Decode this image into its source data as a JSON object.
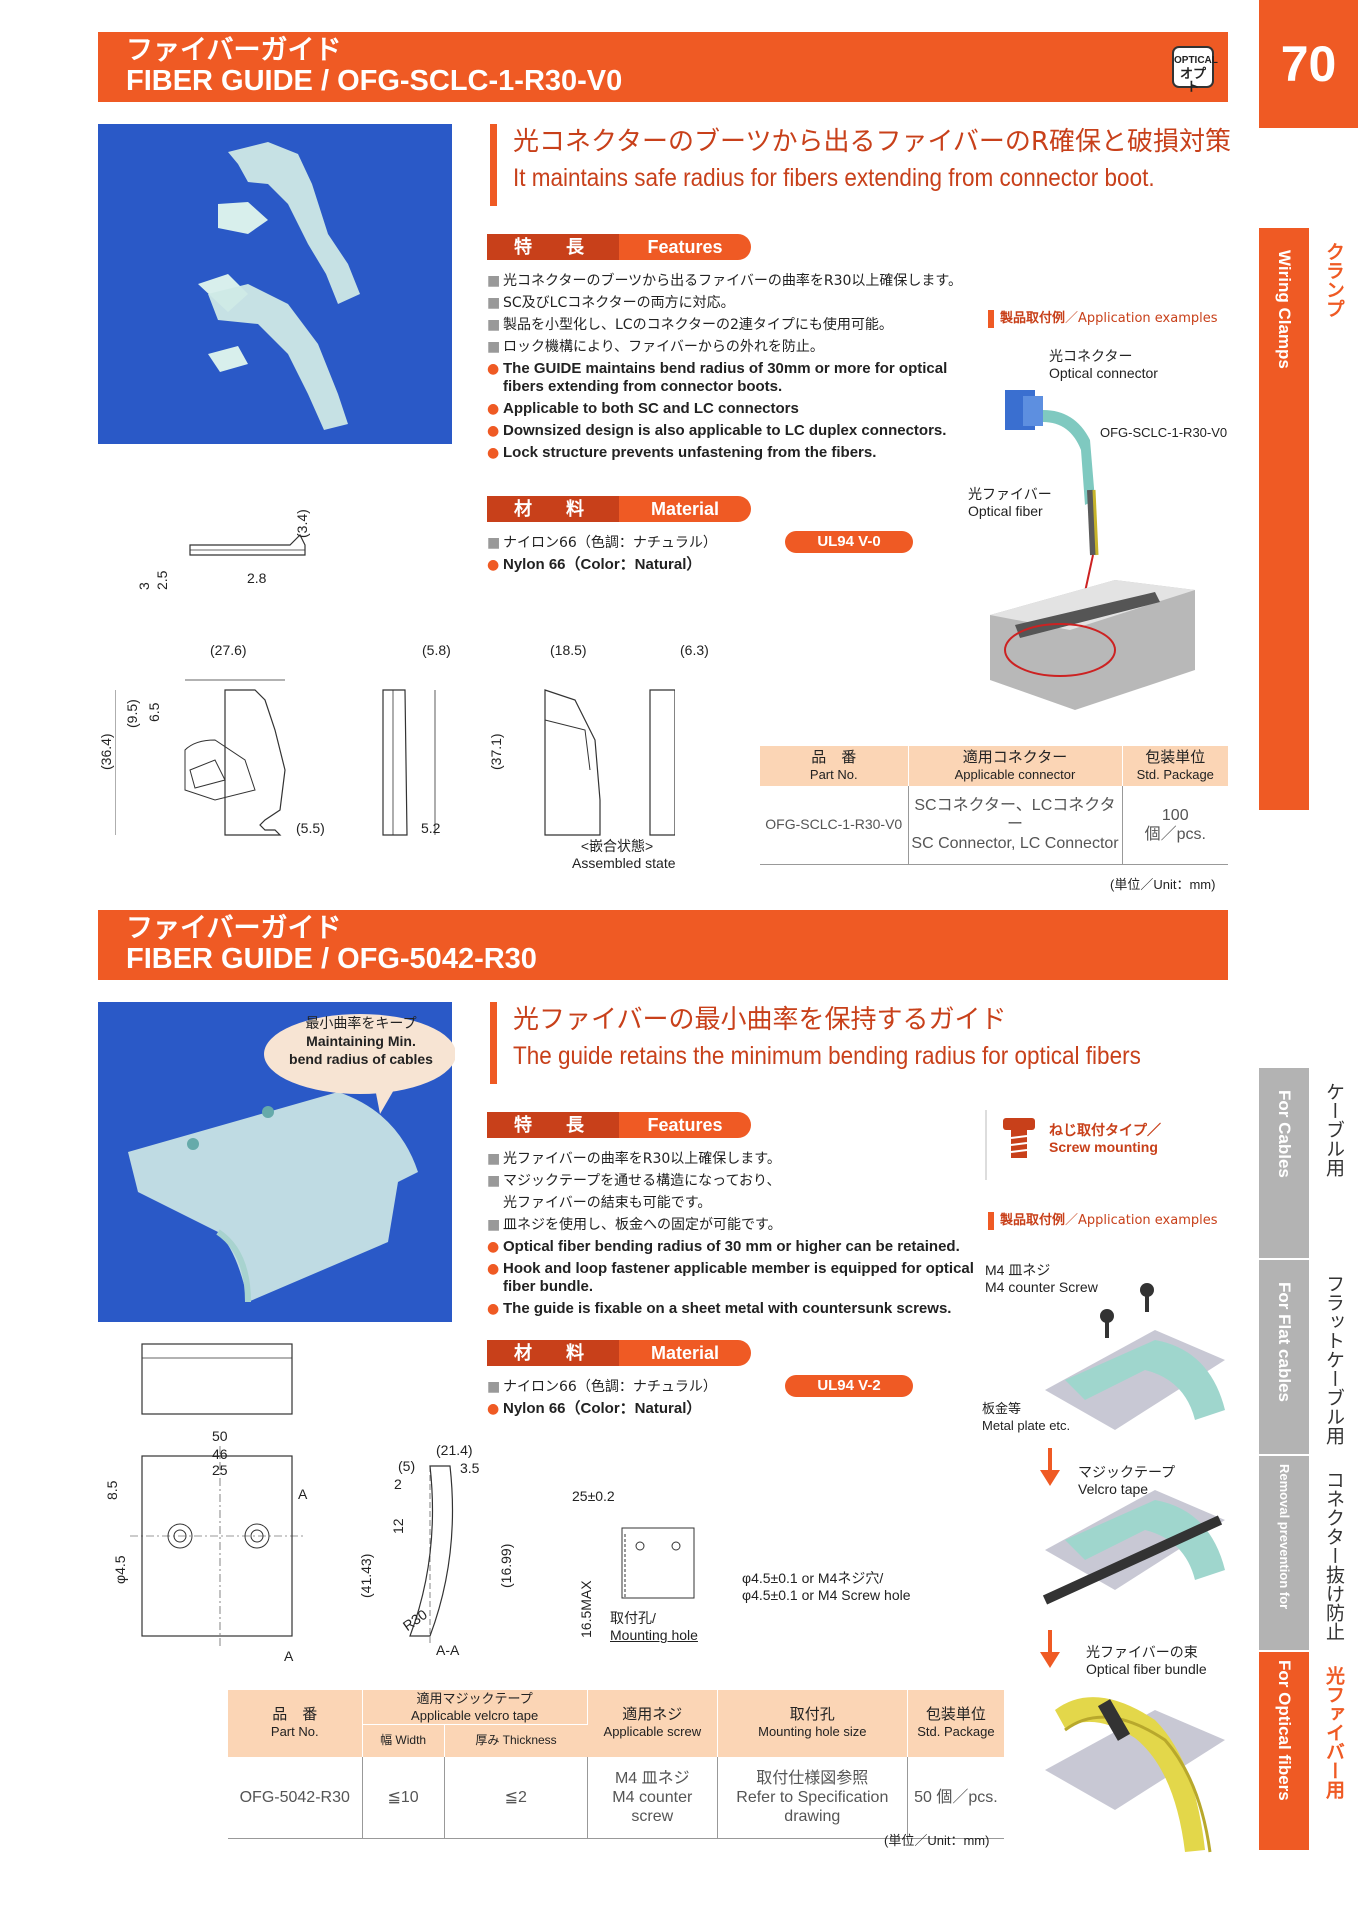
{
  "page": {
    "number": "70",
    "optical_badge": [
      "OPTICAL",
      "オプト"
    ]
  },
  "s1": {
    "title_jp": "ファイバーガイド",
    "title_en": "FIBER GUIDE / OFG-SCLC-1-R30-V0",
    "headline_jp": "光コネクターのブーツから出るファイバーのR確保と破損対策",
    "headline_en": "It maintains safe radius for fibers extending from connector boot.",
    "features_jp": "特　長",
    "features_en": "Features",
    "features_list_jp": [
      "光コネクターのブーツから出るファイバーの曲率をR30以上確保します。",
      "SC及びLCコネクターの両方に対応。",
      "製品を小型化し、LCのコネクターの2連タイプにも使用可能。",
      "ロック機構により、ファイバーからの外れを防止。"
    ],
    "features_list_en": [
      "The GUIDE maintains bend radius of 30mm or more for optical fibers extending from connector boots.",
      "Applicable to both SC and LC connectors",
      "Downsized design is also applicable to LC duplex connectors.",
      "Lock structure prevents unfastening from the fibers."
    ],
    "material_jp": "材　料",
    "material_en": "Material",
    "material_list": [
      "ナイロン66（色調：ナチュラル）",
      "Nylon 66（Color：Natural）"
    ],
    "ul": "UL94 V-0",
    "appex_jp": "製品取付例",
    "appex_en": "／Application examples",
    "labels": {
      "connector_jp": "光コネクター",
      "connector_en": "Optical connector",
      "part": "OFG-SCLC-1-R30-V0",
      "fiber_jp": "光ファイバー",
      "fiber_en": "Optical fiber"
    },
    "dims": [
      "(3.4)",
      "3",
      "2.5",
      "2.8",
      "(27.6)",
      "(5.8)",
      "(9.5)",
      "6.5",
      "(36.4)",
      "(5.5)",
      "5.2",
      "(18.5)",
      "(6.3)",
      "(37.1)"
    ],
    "assembled_jp": "<嵌合状態>",
    "assembled_en": "Assembled state",
    "table": {
      "h1_jp": "品　番",
      "h1_en": "Part No.",
      "h2_jp": "適用コネクター",
      "h2_en": "Applicable connector",
      "h3_jp": "包装単位",
      "h3_en": "Std. Package",
      "part": "OFG-SCLC-1-R30-V0",
      "conn_jp": "SCコネクター、LCコネクター",
      "conn_en": "SC Connector, LC Connector",
      "pkg1": "100",
      "pkg2": "個／pcs."
    },
    "unit": "(単位／Unit：mm)"
  },
  "s2": {
    "title_jp": "ファイバーガイド",
    "title_en": "FIBER GUIDE / OFG-5042-R30",
    "bubble": [
      "最小曲率をキープ",
      "Maintaining Min.",
      "bend radius of cables"
    ],
    "headline_jp": "光ファイバーの最小曲率を保持するガイド",
    "headline_en": "The guide retains the minimum bending radius for optical fibers",
    "features_jp": "特　長",
    "features_en": "Features",
    "features_list_jp": [
      "光ファイバーの曲率をR30以上確保します。",
      "マジックテープを通せる構造になっており、",
      "光ファイバーの結束も可能です。",
      "皿ネジを使用し、板金への固定が可能です。"
    ],
    "features_list_en": [
      "Optical fiber bending radius of 30 mm or higher can be retained.",
      "Hook and loop fastener applicable member is equipped for optical fiber bundle.",
      "The guide is fixable on a sheet metal with countersunk screws."
    ],
    "screw_jp": "ねじ取付タイプ／",
    "screw_en": "Screw mounting",
    "appex_jp": "製品取付例",
    "appex_en": "／Application examples",
    "material_jp": "材　料",
    "material_en": "Material",
    "material_list": [
      "ナイロン66（色調：ナチュラル）",
      "Nylon 66（Color：Natural）"
    ],
    "ul": "UL94 V-2",
    "labels": {
      "screw_jp": "M4 皿ネジ",
      "screw_en": "M4 counter Screw",
      "plate_jp": "板金等",
      "plate_en": "Metal plate etc.",
      "velcro_jp": "マジックテープ",
      "velcro_en": "Velcro tape",
      "bundle_jp": "光ファイバーの束",
      "bundle_en": "Optical fiber bundle"
    },
    "dims": [
      "50",
      "46",
      "25",
      "8.5",
      "A",
      "φ4.5",
      "A",
      "(21.4)",
      "(5)",
      "3.5",
      "2",
      "12",
      "(41.43)",
      "(16.99)",
      "R30",
      "A-A",
      "25±0.2",
      "16.5MAX",
      "φ4.5±0.1 or M4ネジ穴/",
      "φ4.5±0.1 or M4 Screw hole",
      "取付孔/",
      "Mounting hole"
    ],
    "table": {
      "h1_jp": "品　番",
      "h1_en": "Part No.",
      "h2_jp": "適用マジックテープ",
      "h2_en": "Applicable velcro tape",
      "h2a": "幅 Width",
      "h2b": "厚み Thickness",
      "h3_jp": "適用ネジ",
      "h3_en": "Applicable screw",
      "h4_jp": "取付孔",
      "h4_en": "Mounting hole size",
      "h5_jp": "包装単位",
      "h5_en": "Std. Package",
      "part": "OFG-5042-R30",
      "width": "≦10",
      "thick": "≦2",
      "screw": [
        "M4 皿ネジ",
        "M4 counter",
        "screw"
      ],
      "hole": [
        "取付仕様図参照",
        "Refer to Specification",
        "drawing"
      ],
      "pkg": "50 個／pcs."
    },
    "unit": "(単位／Unit：mm)"
  },
  "sidebar": [
    {
      "en": "Wiring Clamps",
      "jp": "クランプ",
      "color": "#ef5a24"
    },
    {
      "en": "For Cables",
      "jp": "ケーブル用",
      "color": "#b3b3b3"
    },
    {
      "en": "For Flat cables",
      "jp": "フラットケーブル用",
      "color": "#b3b3b3"
    },
    {
      "en": "Removal prevention for connectors",
      "jp": "コネクター抜け防止",
      "color": "#b3b3b3"
    },
    {
      "en": "For Optical fibers",
      "jp": "光ファイバー用",
      "color": "#ef5a24"
    }
  ],
  "colors": {
    "accent": "#ef5a24",
    "dark_accent": "#c8401a",
    "photo_bg": "#2a59c7",
    "table_header": "#fbd5b5"
  }
}
